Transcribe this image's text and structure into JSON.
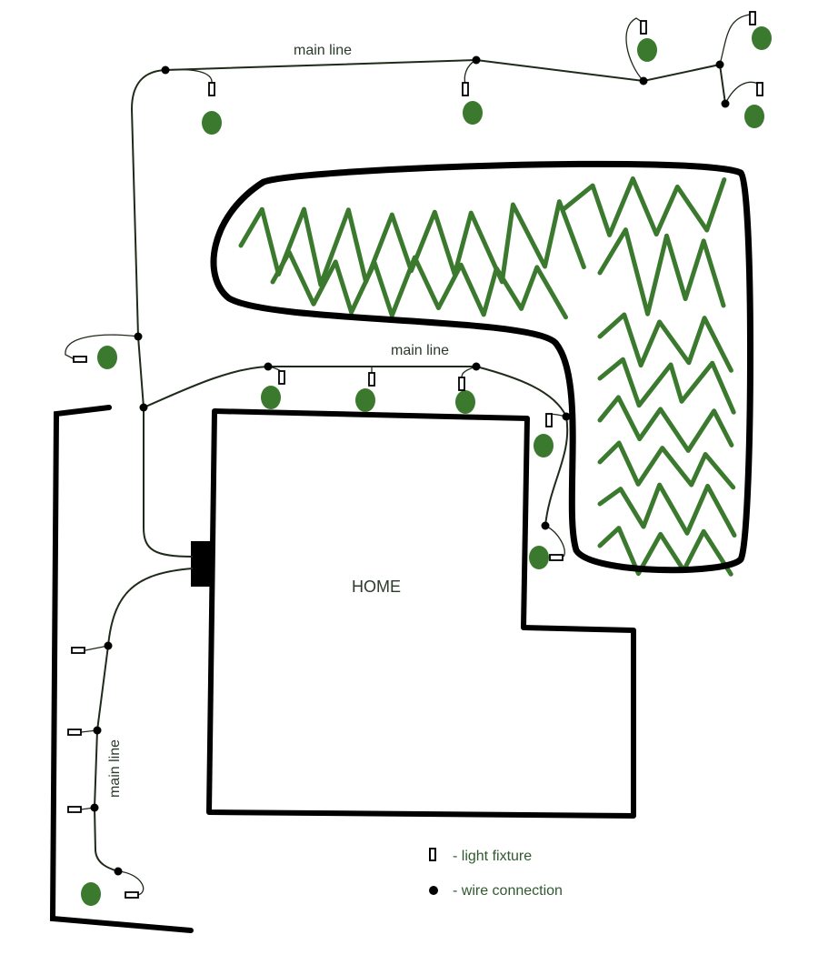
{
  "labels": {
    "main_line_top": "main line",
    "main_line_middle": "main line",
    "main_line_left": "main line",
    "home": "HOME"
  },
  "legend": {
    "fixture_label": "- light fixture",
    "connection_label": "- wire connection"
  },
  "icons": {
    "fixture": "light-fixture-rectangle-icon",
    "connection": "wire-connection-dot-icon",
    "shrub": "shrub-blob-icon"
  },
  "colors": {
    "outline": "#000000",
    "wire": "#1f2b1a",
    "vegetation": "#3b7a2e",
    "text": "#2c3a2c"
  }
}
